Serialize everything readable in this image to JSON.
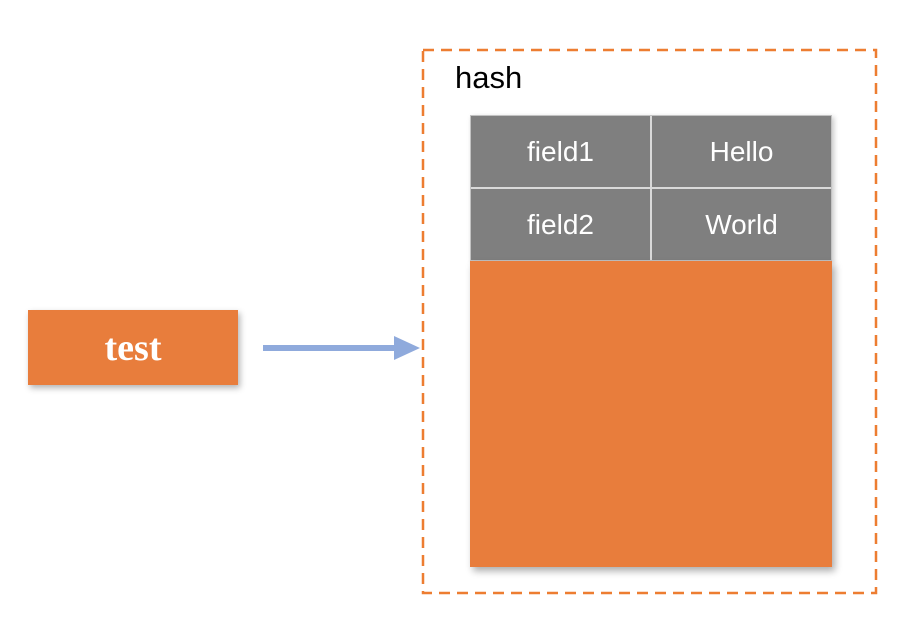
{
  "diagram": {
    "key": {
      "label": "test"
    },
    "arrow": {
      "direction": "right"
    },
    "hash_container": {
      "label": "hash",
      "fields": [
        {
          "field": "field1",
          "value": "Hello"
        },
        {
          "field": "field2",
          "value": "World"
        }
      ]
    },
    "colors": {
      "orange_fill": "#E87D3C",
      "orange_border": "#ED7D31",
      "gray_cell": "#7F7F7F",
      "arrow_blue": "#8FAADC",
      "cell_divider": "#D9D9D9",
      "table_border": "#C2C2C2",
      "label_black": "#000000",
      "cell_text": "#FFFFFF"
    }
  }
}
